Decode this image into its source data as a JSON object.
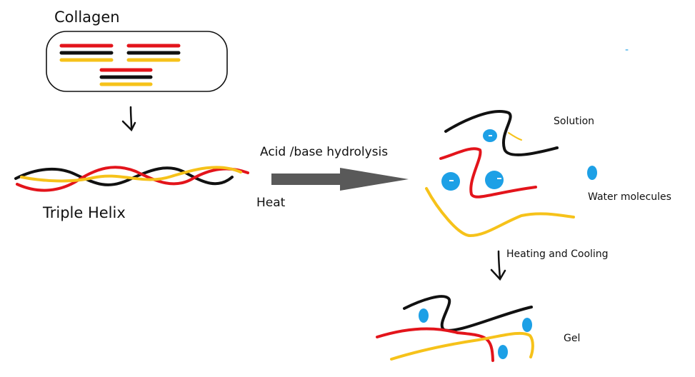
{
  "diagram": {
    "labels": {
      "collagen": "Collagen",
      "triple_helix": "Triple Helix",
      "process": "Acid /base hydrolysis",
      "heat": "Heat",
      "solution": "Solution",
      "water_molecules": "Water molecules",
      "heating_cooling": "Heating and Cooling",
      "gel": "Gel"
    },
    "colors": {
      "red": "#e3141b",
      "black": "#111111",
      "yellow": "#f6c21a",
      "water": "#1da0e6",
      "arrow": "#595959",
      "stray_mark": "#1da0e6"
    },
    "stray_mark_text": "-"
  }
}
